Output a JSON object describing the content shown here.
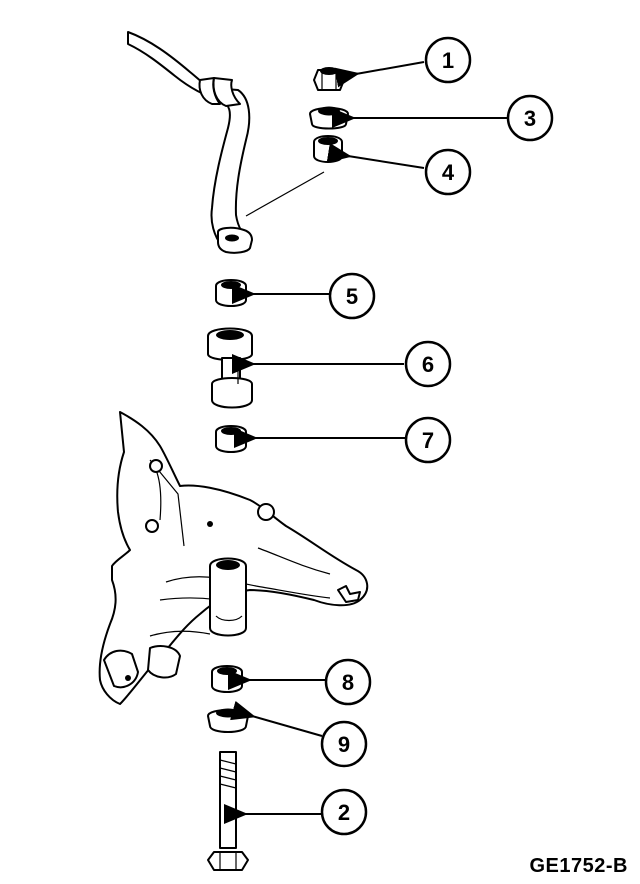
{
  "figure_code": "GE1752-B",
  "callouts": [
    {
      "id": "1",
      "label": "1"
    },
    {
      "id": "3",
      "label": "3"
    },
    {
      "id": "4",
      "label": "4"
    },
    {
      "id": "5",
      "label": "5"
    },
    {
      "id": "6",
      "label": "6"
    },
    {
      "id": "7",
      "label": "7"
    },
    {
      "id": "8",
      "label": "8"
    },
    {
      "id": "9",
      "label": "9"
    },
    {
      "id": "2",
      "label": "2"
    }
  ]
}
